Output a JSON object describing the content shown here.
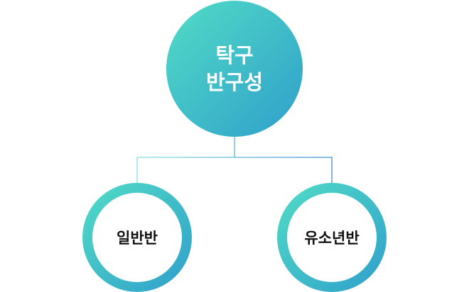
{
  "root": {
    "line1": "탁구",
    "line2": "반구성"
  },
  "children": [
    {
      "label": "일반반"
    },
    {
      "label": "유소년반"
    }
  ],
  "colors": {
    "start": "#52dcc6",
    "end": "#2f9fcb"
  }
}
